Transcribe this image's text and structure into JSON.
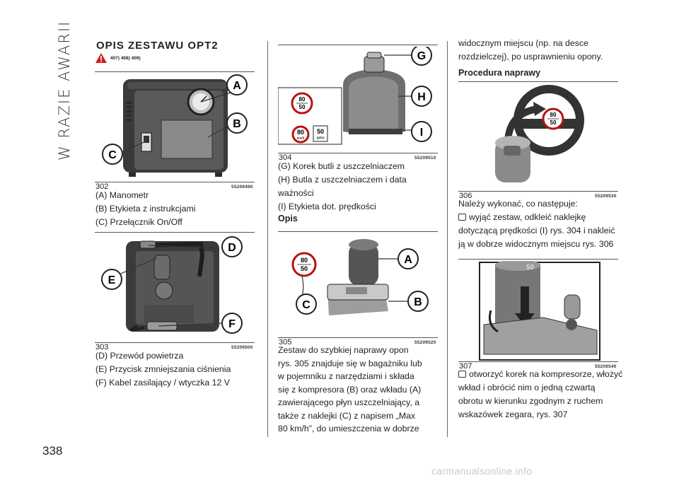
{
  "side_title": "W RAZIE AWARII",
  "page_number": "338",
  "col1": {
    "heading": "OPIS ZESTAWU OPT2",
    "refs": "407) 408) 409)",
    "fig302": {
      "num": "302",
      "code": "55209490",
      "labels": [
        "A",
        "B",
        "C"
      ]
    },
    "lines302": [
      "(A) Manometr",
      "(B) Etykieta z instrukcjami",
      "(C) Przełącznik On/Off"
    ],
    "fig303": {
      "num": "303",
      "code": "55209500",
      "labels": [
        "D",
        "E",
        "F"
      ]
    },
    "lines303": [
      "(D) Przewód powietrza",
      "(E) Przycisk zmniejszania ciśnienia",
      "(F) Kabel zasilający / wtyczka 12 V"
    ]
  },
  "col2": {
    "fig304": {
      "num": "304",
      "code": "55209510",
      "labels": [
        "G",
        "H",
        "I"
      ],
      "disc_top": "80",
      "disc_bottom": "50",
      "sign1_num": "80",
      "sign1_unit": "km/h",
      "sign2_num": "50",
      "sign2_unit": "MPH"
    },
    "lines304": [
      "(G) Korek butli z uszczelniaczem",
      "(H) Butla z uszczelniaczem i data",
      "ważności",
      "(I) Etykieta dot. prędkości"
    ],
    "subheading": "Opis",
    "fig305": {
      "num": "305",
      "code": "55209520",
      "labels": [
        "A",
        "B",
        "C"
      ],
      "disc_top": "80",
      "disc_bottom": "50"
    },
    "para": [
      "Zestaw do szybkiej naprawy opon",
      "rys. 305 znajduje się w bagażniku lub",
      "w pojemniku z narzędziami i składa",
      "się z kompresora (B) oraz wkładu (A)",
      "zawierającego płyn uszczelniający, a",
      "także z naklejki (C) z napisem „Max",
      "80 km/h”, do umieszczenia w dobrze"
    ]
  },
  "col3": {
    "intro": [
      "widocznym miejscu (np. na desce",
      "rozdzielczej), po usprawnieniu opony."
    ],
    "subheading": "Procedura naprawy",
    "fig306": {
      "num": "306",
      "code": "55209530",
      "disc_top": "80",
      "disc_bottom": "50"
    },
    "lines306": [
      "Należy wykonać, co następuje:",
      "wyjąć zestaw, odkleić naklejkę",
      "dotyczącą prędkości (I) rys. 304 i nakleić",
      "ją w dobrze widocznym miejscu rys. 306"
    ],
    "fig307": {
      "num": "307",
      "code": "55209540",
      "mark": "50"
    },
    "lines307": [
      "otworzyć korek na kompresorze, włożyć",
      "wkład i obrócić nim o jedną czwartą",
      "obrotu w kierunku zgodnym z ruchem",
      "wskazówek zegara, rys. 307"
    ]
  },
  "footer": "carmanualsonline.info"
}
